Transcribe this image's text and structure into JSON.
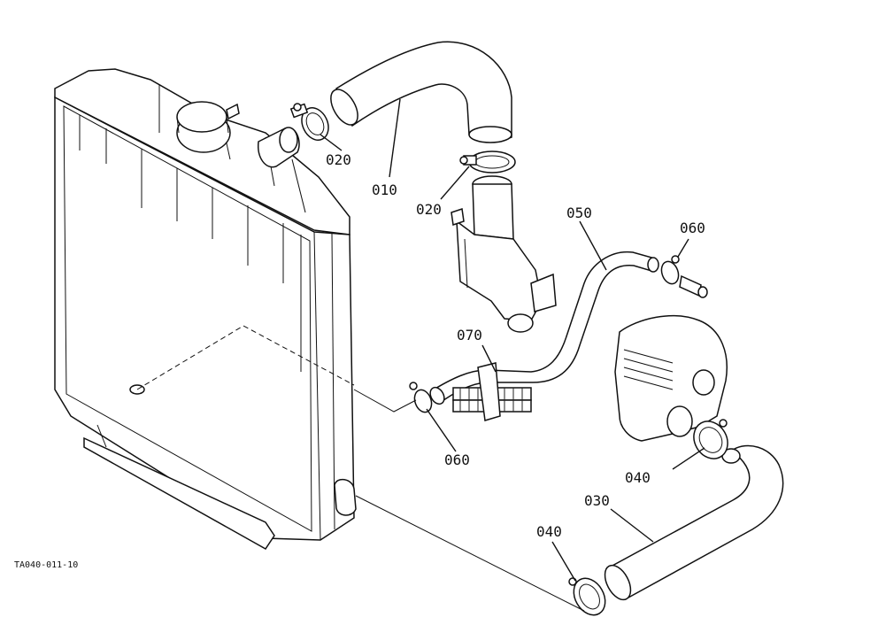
{
  "diagram": {
    "reference_code": "TA040-011-10",
    "parts": [
      {
        "id": "upper-hose",
        "label": "010"
      },
      {
        "id": "upper-clamp-radiator",
        "label": "020"
      },
      {
        "id": "upper-clamp-thermostat",
        "label": "020"
      },
      {
        "id": "lower-hose",
        "label": "030"
      },
      {
        "id": "lower-clamp-pump",
        "label": "040"
      },
      {
        "id": "lower-clamp-radiator",
        "label": "040"
      },
      {
        "id": "bypass-hose",
        "label": "050"
      },
      {
        "id": "bypass-clamp-right",
        "label": "060"
      },
      {
        "id": "bypass-clamp-left",
        "label": "060"
      },
      {
        "id": "hose-protector",
        "label": "070"
      }
    ]
  }
}
